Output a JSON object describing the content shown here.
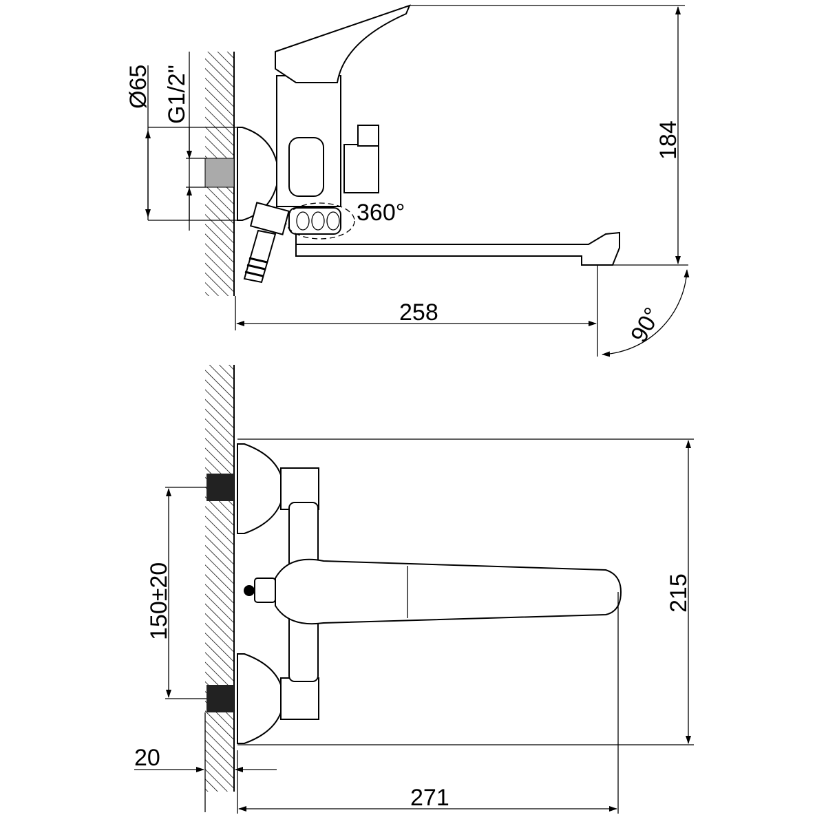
{
  "title": "Wall-mounted bath mixer dimension drawing",
  "side_view": {
    "flange_diameter": "Ø65",
    "thread_size": "G1/2\"",
    "swivel_angle": "360°",
    "height": "184",
    "spout_reach": "258",
    "spout_angle": "90°"
  },
  "top_view": {
    "center_distance": "150±20",
    "depth": "215",
    "wall_offset": "20",
    "total_reach": "271"
  }
}
